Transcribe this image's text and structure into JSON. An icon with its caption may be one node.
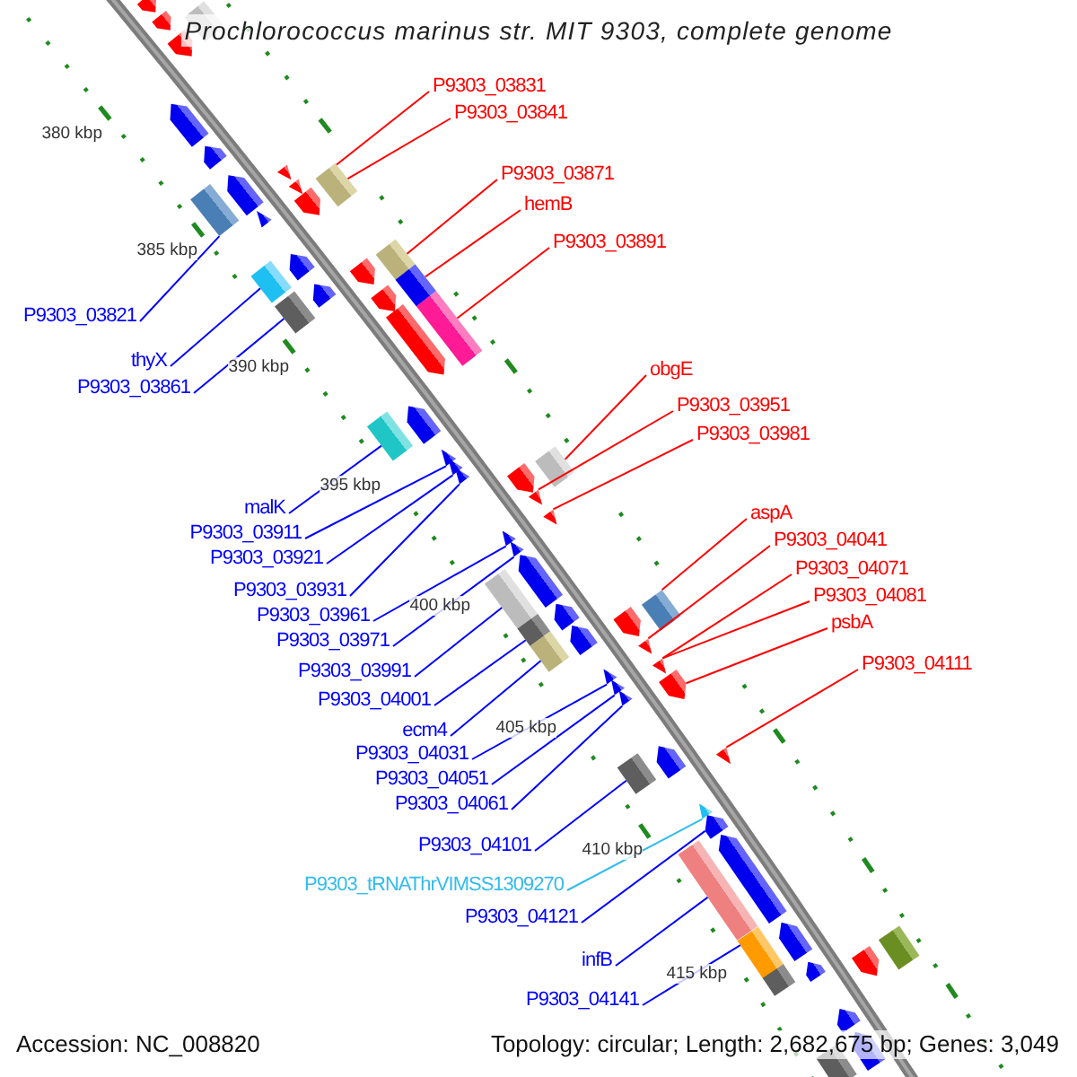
{
  "diagram": {
    "title": "Prochlorococcus marinus str. MIT 9303, complete genome",
    "nodes": [
      {
        "text": [
          "P9303_03831"
        ]
      },
      {
        "text": [
          "P9303_03841"
        ]
      },
      {
        "text": [
          "P9303_03871"
        ]
      },
      {
        "text": [
          "hemB"
        ]
      },
      {
        "text": [
          "P9303_03891"
        ]
      },
      {
        "text": [
          "P9303_03821"
        ]
      },
      {
        "text": [
          "thyX"
        ]
      },
      {
        "text": [
          "obgE"
        ]
      },
      {
        "text": [
          "P9303_03861"
        ]
      },
      {
        "text": [
          "P9303_03951"
        ]
      },
      {
        "text": [
          "P9303_03981"
        ]
      },
      {
        "text": [
          "malK"
        ]
      },
      {
        "text": [
          "aspA"
        ]
      },
      {
        "text": [
          "P9303_03911"
        ]
      },
      {
        "text": [
          "P9303_04041"
        ]
      },
      {
        "text": [
          "P9303_03921"
        ]
      },
      {
        "text": [
          "P9303_04071"
        ]
      },
      {
        "text": [
          "P9303_03931"
        ]
      },
      {
        "text": [
          "P9303_04081"
        ]
      },
      {
        "text": [
          "P9303_03961"
        ]
      },
      {
        "text": [
          "psbA"
        ]
      },
      {
        "text": [
          "P9303_03971"
        ]
      },
      {
        "text": [
          "P9303_04111"
        ]
      },
      {
        "text": [
          "P9303_03991"
        ]
      },
      {
        "text": [
          "P9303_04001"
        ]
      },
      {
        "text": [
          "ecm4"
        ]
      },
      {
        "text": [
          "P9303_04031"
        ]
      },
      {
        "text": [
          "P9303_04051"
        ]
      },
      {
        "text": [
          "P9303_04061"
        ]
      },
      {
        "text": [
          "P9303_04101"
        ]
      },
      {
        "text": [
          "P9303_tRNAThrVIMSS1309270"
        ]
      },
      {
        "text": [
          "P9303_04121"
        ]
      },
      {
        "text": [
          "infB"
        ]
      },
      {
        "text": [
          "P9303_04141"
        ]
      },
      {
        "text": [],
        "shape": "pentagon"
      },
      {
        "text": [],
        "shape": "box"
      },
      {
        "text": [],
        "shape": "pentagon"
      },
      {
        "text": [],
        "shape": "pentagon"
      },
      {
        "text": [],
        "shape": "pentagon"
      },
      {
        "text": [],
        "shape": "pentagon"
      },
      {
        "text": [],
        "shape": "triangle"
      },
      {
        "text": [],
        "shape": "box"
      },
      {
        "text": [],
        "shape": "triangle"
      },
      {
        "text": [],
        "shape": "pentagon"
      },
      {
        "text": [],
        "shape": "pentagon"
      },
      {
        "text": [],
        "shape": "box"
      },
      {
        "text": [],
        "shape": "triangle"
      },
      {
        "text": [],
        "shape": "box"
      },
      {
        "text": [],
        "shape": "pentagon"
      },
      {
        "text": [],
        "shape": "pentagon"
      },
      {
        "text": [],
        "shape": "box"
      },
      {
        "text": [],
        "shape": "box"
      },
      {
        "text": [],
        "shape": "pentagon"
      },
      {
        "text": [],
        "shape": "pentagon"
      },
      {
        "text": [],
        "shape": "box"
      },
      {
        "text": [],
        "shape": "box"
      },
      {
        "text": [],
        "shape": "pentagon"
      },
      {
        "text": [],
        "shape": "pentagon"
      },
      {
        "text": [],
        "shape": "box"
      },
      {
        "text": [],
        "shape": "triangle"
      },
      {
        "text": [],
        "shape": "triangle"
      },
      {
        "text": [],
        "shape": "box"
      },
      {
        "text": [],
        "shape": "triangle"
      },
      {
        "text": [],
        "shape": "pentagon"
      },
      {
        "text": [],
        "shape": "triangle"
      },
      {
        "text": [],
        "shape": "triangle"
      },
      {
        "text": [],
        "shape": "triangle"
      },
      {
        "text": [],
        "shape": "triangle"
      },
      {
        "text": [],
        "shape": "pentagon"
      },
      {
        "text": [],
        "shape": "box"
      },
      {
        "text": [],
        "shape": "box"
      },
      {
        "text": [],
        "shape": "pentagon"
      },
      {
        "text": [],
        "shape": "pentagon"
      },
      {
        "text": [],
        "shape": "box"
      },
      {
        "text": [],
        "shape": "pentagon"
      },
      {
        "text": [],
        "shape": "triangle"
      },
      {
        "text": [],
        "shape": "box"
      },
      {
        "text": [],
        "shape": "triangle"
      },
      {
        "text": [],
        "shape": "triangle"
      },
      {
        "text": [],
        "shape": "triangle"
      },
      {
        "text": [],
        "shape": "pentagon"
      },
      {
        "text": [],
        "shape": "triangle"
      },
      {
        "text": [],
        "shape": "triangle"
      },
      {
        "text": [],
        "shape": "pentagon"
      },
      {
        "text": [],
        "shape": "box"
      },
      {
        "text": [],
        "shape": "triangle"
      },
      {
        "text": [],
        "shape": "pentagon"
      },
      {
        "text": [],
        "shape": "pentagon"
      },
      {
        "text": [],
        "shape": "box"
      },
      {
        "text": [],
        "shape": "pentagon"
      },
      {
        "text": [],
        "shape": "box"
      },
      {
        "text": [],
        "shape": "box"
      },
      {
        "text": [],
        "shape": "pentagon"
      },
      {
        "text": [],
        "shape": "pentagon"
      },
      {
        "text": [],
        "shape": "box"
      },
      {
        "text": [],
        "shape": "pentagon"
      },
      {
        "text": [],
        "shape": "pentagon"
      },
      {
        "text": [],
        "shape": "box"
      }
    ],
    "edges": [
      {
        "from": 0,
        "to": 41,
        "arrow": "none",
        "color": "#ff0000"
      },
      {
        "from": 1,
        "to": 41,
        "arrow": "none",
        "color": "#ff0000"
      },
      {
        "from": 2,
        "to": 47,
        "arrow": "none",
        "color": "#ff0000"
      },
      {
        "from": 3,
        "to": 51,
        "arrow": "none",
        "color": "#ff0000"
      },
      {
        "from": 4,
        "to": 55,
        "arrow": "none",
        "color": "#ff0000"
      },
      {
        "from": 5,
        "to": 45,
        "arrow": "none"
      },
      {
        "from": 6,
        "to": 50,
        "arrow": "none"
      },
      {
        "from": 7,
        "to": 61,
        "arrow": "none",
        "color": "#ff0000"
      },
      {
        "from": 8,
        "to": 54,
        "arrow": "none"
      },
      {
        "from": 9,
        "to": 64,
        "arrow": "none",
        "color": "#ff0000"
      },
      {
        "from": 10,
        "to": 65,
        "arrow": "none",
        "color": "#ff0000"
      },
      {
        "from": 11,
        "to": 58,
        "arrow": "none"
      },
      {
        "from": 12,
        "to": 70,
        "arrow": "none",
        "color": "#ff0000"
      },
      {
        "from": 13,
        "to": 59,
        "arrow": "none"
      },
      {
        "from": 14,
        "to": 75,
        "arrow": "none",
        "color": "#ff0000"
      },
      {
        "from": 15,
        "to": 60,
        "arrow": "none"
      },
      {
        "from": 16,
        "to": 77,
        "arrow": "none",
        "color": "#ff0000"
      },
      {
        "from": 17,
        "to": 62,
        "arrow": "none"
      },
      {
        "from": 18,
        "to": 77,
        "arrow": "none",
        "color": "#ff0000"
      },
      {
        "from": 19,
        "to": 66,
        "arrow": "none"
      },
      {
        "from": 20,
        "to": 80,
        "arrow": "none",
        "color": "#ff0000"
      },
      {
        "from": 21,
        "to": 67,
        "arrow": "none"
      },
      {
        "from": 22,
        "to": 82,
        "arrow": "none",
        "color": "#ff0000"
      },
      {
        "from": 23,
        "to": 69,
        "arrow": "none"
      },
      {
        "from": 24,
        "to": 73,
        "arrow": "none"
      },
      {
        "from": 25,
        "to": 76,
        "arrow": "none"
      },
      {
        "from": 26,
        "to": 78,
        "arrow": "none"
      },
      {
        "from": 27,
        "to": 79,
        "arrow": "none"
      },
      {
        "from": 28,
        "to": 81,
        "arrow": "none"
      },
      {
        "from": 29,
        "to": 84,
        "arrow": "none"
      },
      {
        "from": 30,
        "to": 85,
        "arrow": "none",
        "color": "#33bbee"
      },
      {
        "from": 31,
        "to": 86,
        "arrow": "none"
      },
      {
        "from": 32,
        "to": 88,
        "arrow": "none"
      },
      {
        "from": 33,
        "to": 91,
        "arrow": "none"
      }
    ],
    "labels": [
      "380 kbp",
      "385 kbp",
      "390 kbp",
      "395 kbp",
      "400 kbp",
      "405 kbp",
      "410 kbp",
      "415 kbp",
      "Accession: NC_008820",
      "Topology: circular; Length: 2,682,675 bp; Genes: 3,049"
    ]
  }
}
